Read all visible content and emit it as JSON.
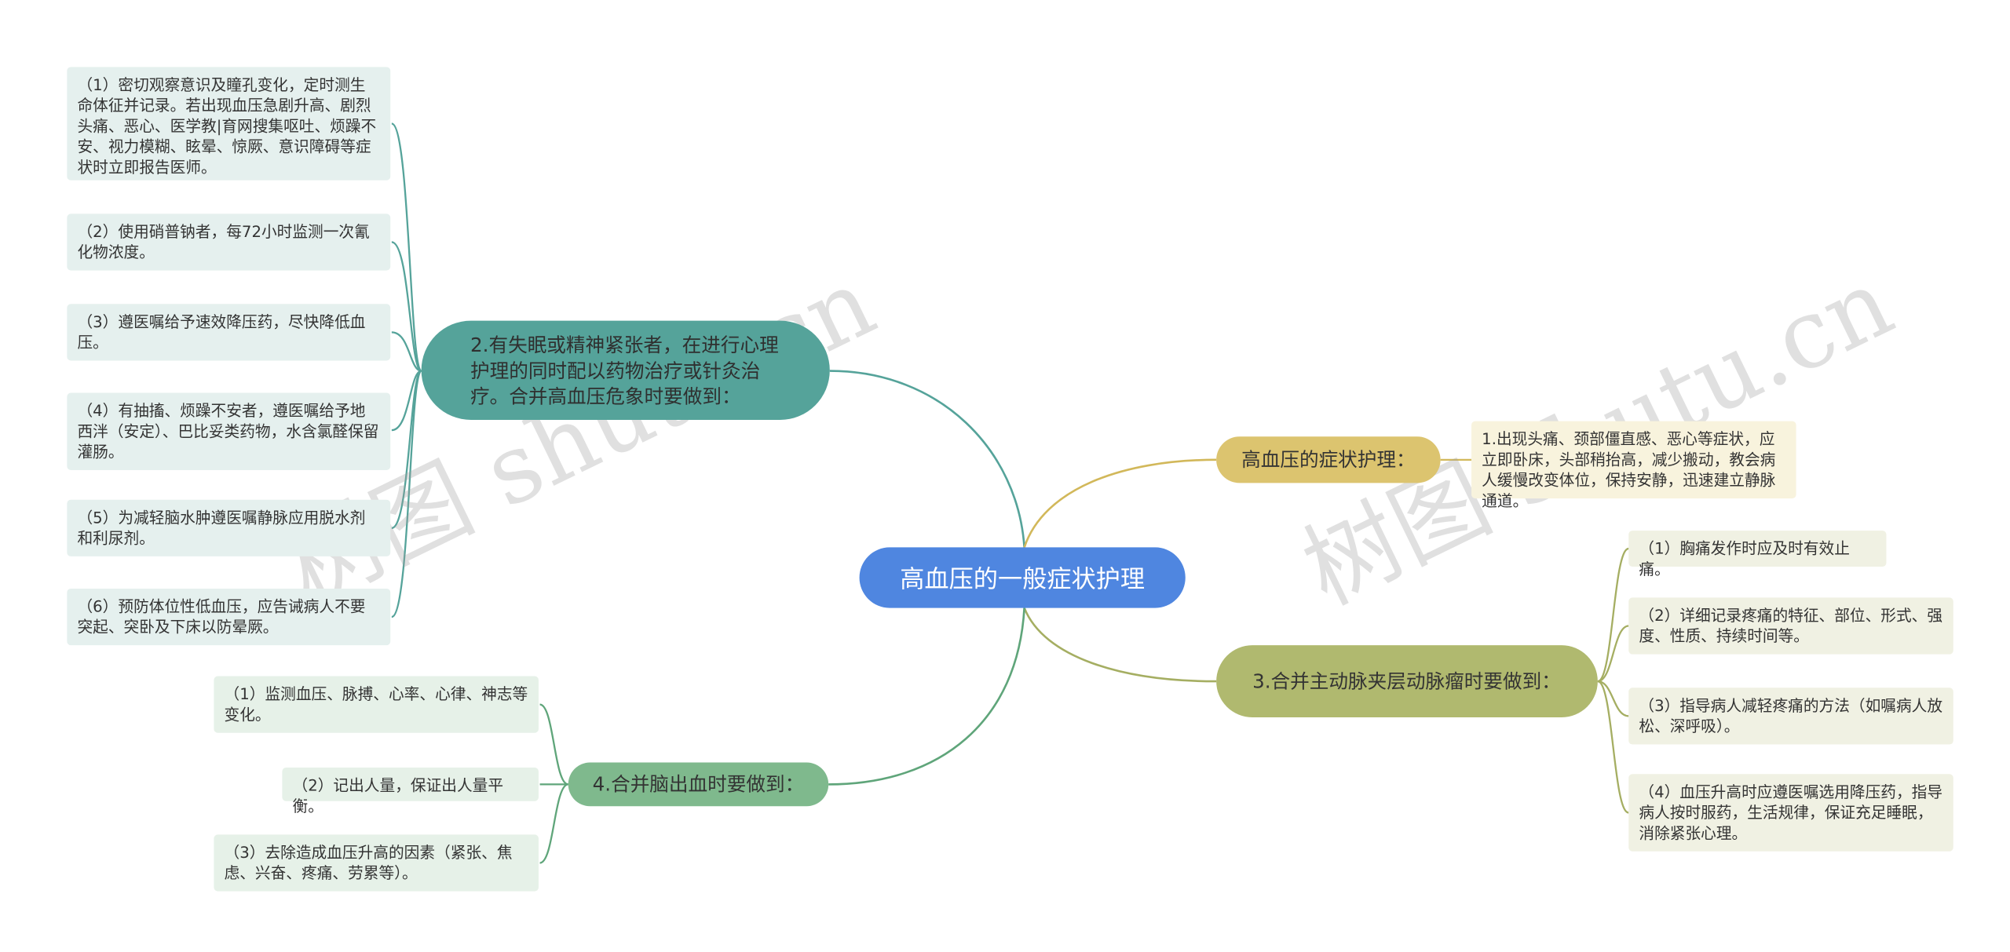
{
  "root": {
    "label": "高血压的一般症状护理"
  },
  "branch_psych": {
    "label": "2.有失眠或精神紧张者，在进行心理护理的同时配以药物治疗或针灸治疗。合并高血压危象时要做到：",
    "items": [
      "（1）密切观察意识及瞳孔变化，定时测生命体征并记录。若出现血压急剧升高、剧烈头痛、恶心、医学教|育网搜集呕吐、烦躁不安、视力模糊、眩晕、惊厥、意识障碍等症状时立即报告医师。",
      "（2）使用硝普钠者，每72小时监测一次氰化物浓度。",
      "（3）遵医嘱给予速效降压药，尽快降低血压。",
      "（4）有抽搐、烦躁不安者，遵医嘱给予地西泮（安定）、巴比妥类药物，水含氯醛保留灌肠。",
      "（5）为减轻脑水肿遵医嘱静脉应用脱水剂和利尿剂。",
      "（6）预防体位性低血压，应告诫病人不要突起、突卧及下床以防晕厥。"
    ]
  },
  "branch_symptom": {
    "label": "高血压的症状护理：",
    "items": [
      "1.出现头痛、颈部僵直感、恶心等症状，应立即卧床，头部稍抬高，减少搬动，教会病人缓慢改变体位，保持安静，迅速建立静脉通道。"
    ]
  },
  "branch_aortic": {
    "label": "3.合并主动脉夹层动脉瘤时要做到：",
    "items": [
      "（1）胸痛发作时应及时有效止痛。",
      "（2）详细记录疼痛的特征、部位、形式、强度、性质、持续时间等。",
      "（3）指导病人减轻疼痛的方法（如嘱病人放松、深呼吸）。",
      "（4）血压升高时应遵医嘱选用降压药，指导病人按时服药，生活规律，保证充足睡眠，消除紧张心理。"
    ]
  },
  "branch_cerebral": {
    "label": "4.合并脑出血时要做到：",
    "items": [
      "（1）监测血压、脉搏、心率、心律、神志等变化。",
      "（2）记出人量，保证出人量平衡。",
      "（3）去除造成血压升高的因素（紧张、焦虑、兴奋、疼痛、劳累等）。"
    ]
  },
  "watermarks": [
    "树图 shutu.cn",
    "树图 shutu.cn"
  ],
  "colors": {
    "root": "#4f86e0",
    "psych": "#55a39a",
    "symptom": "#dcc46f",
    "aortic": "#b0b96f",
    "cerebral": "#7fb98d"
  }
}
